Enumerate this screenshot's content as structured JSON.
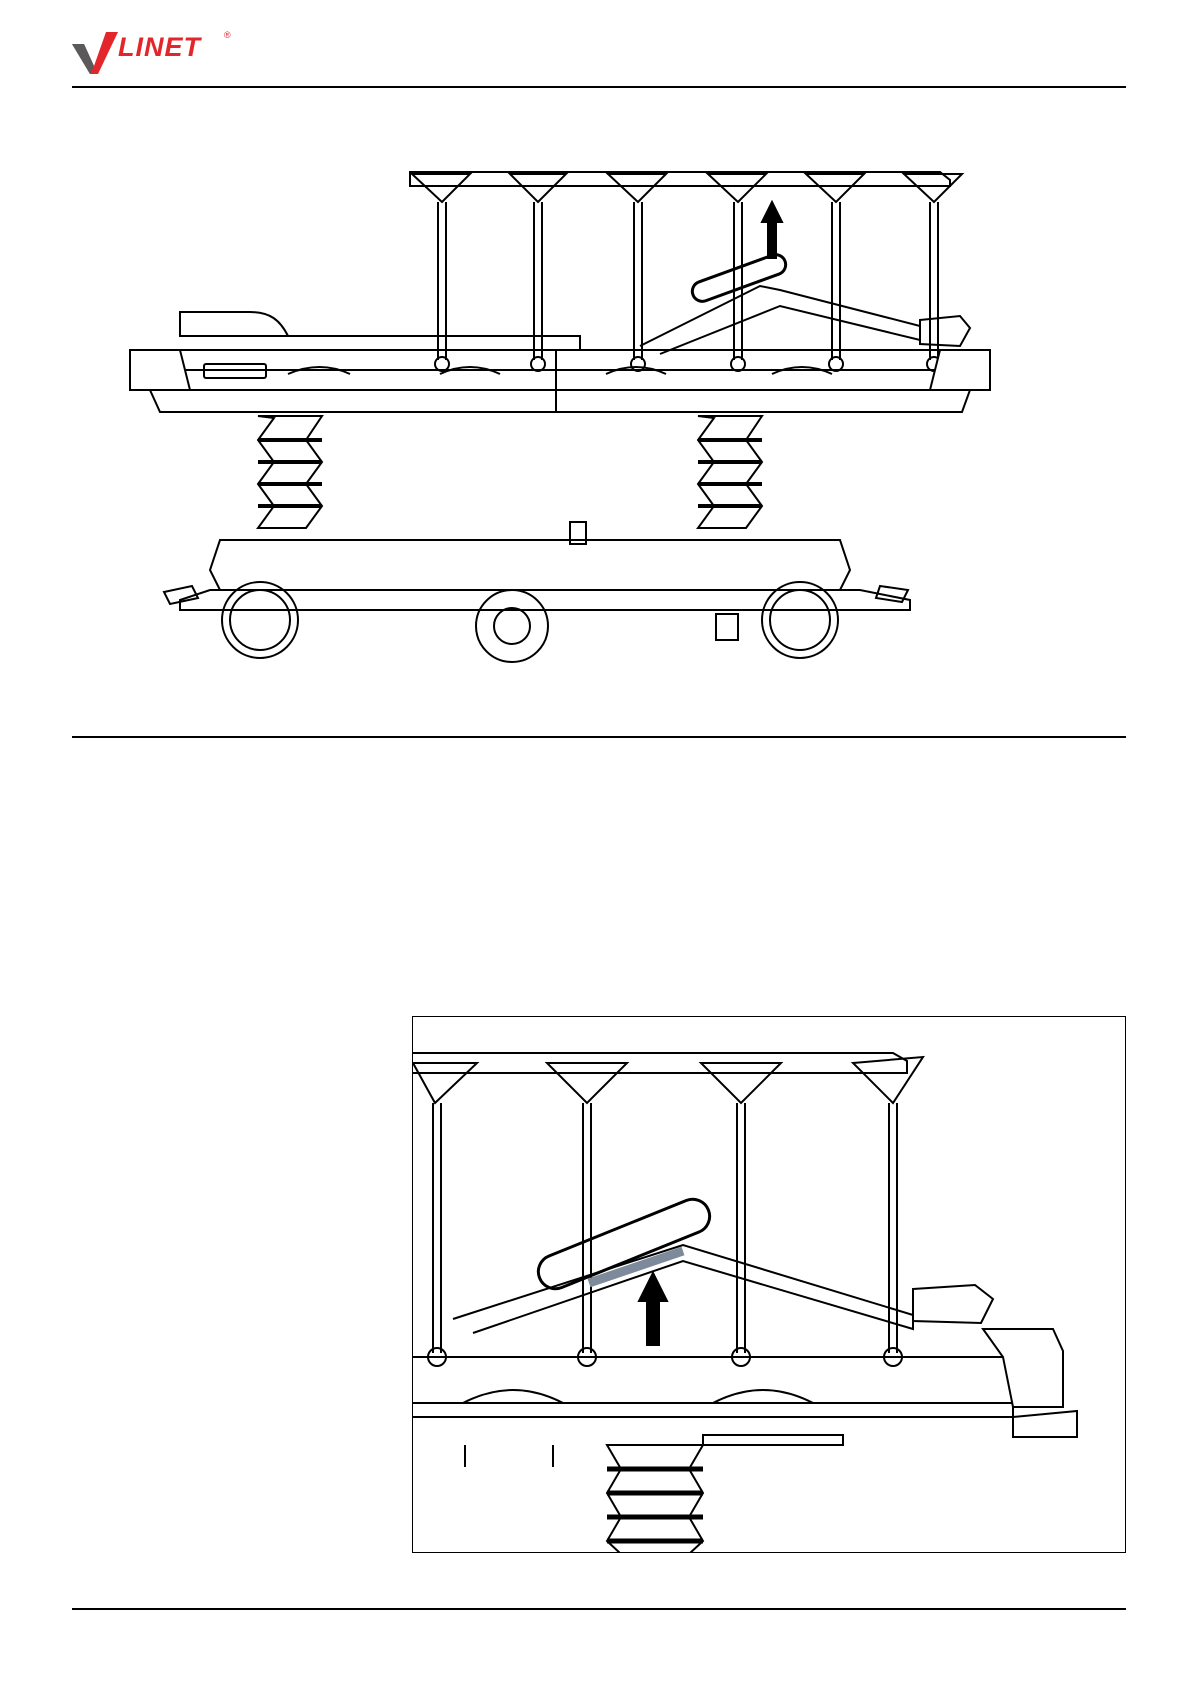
{
  "header": {
    "brand": "LINET",
    "registered": "®",
    "brand_color": "#e3262b"
  },
  "figures": {
    "overview": {
      "icon": "stretcher-side-view-diagram",
      "arrow": "up-arrow-icon"
    },
    "detail": {
      "icon": "stretcher-backrest-lever-detail",
      "arrow": "up-arrow-icon",
      "highlight_color": "#7d8a9b"
    }
  }
}
